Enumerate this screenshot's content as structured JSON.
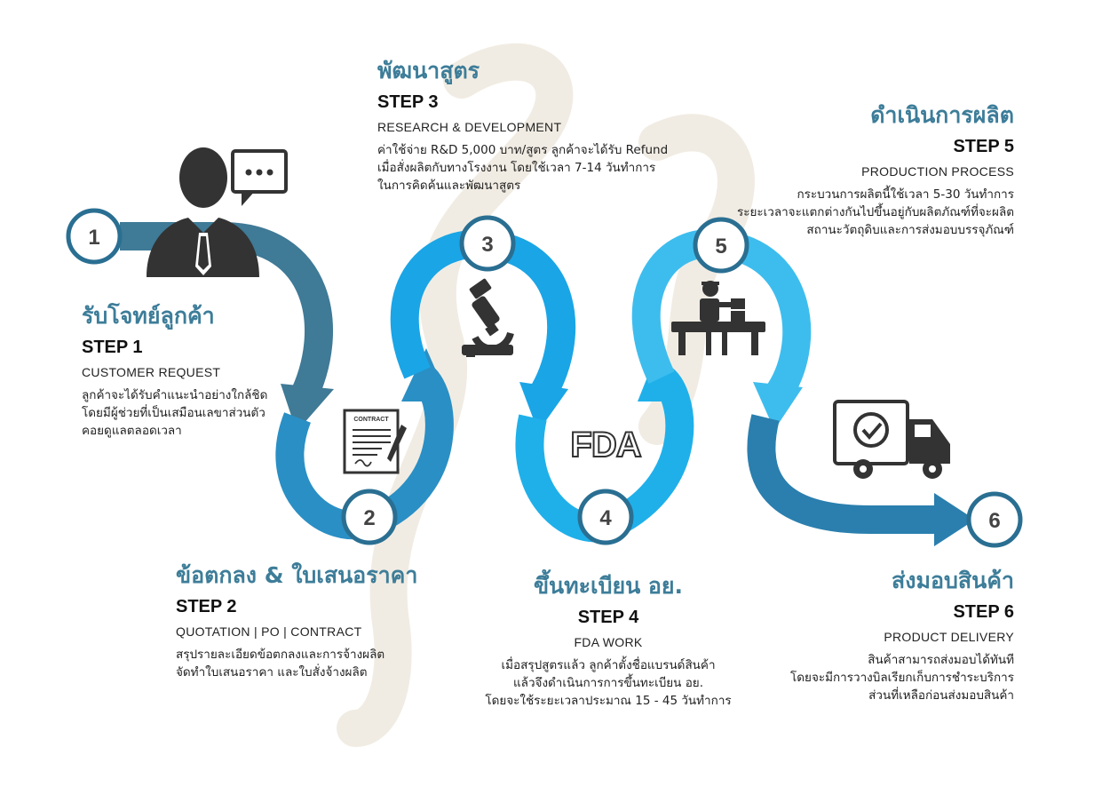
{
  "steps": [
    {
      "number": "1",
      "title_th": "รับโจทย์ลูกค้า",
      "step_label": "STEP 1",
      "subtitle": "CUSTOMER REQUEST",
      "description": [
        "ลูกค้าจะได้รับคำแนะนำอย่างใกล้ชิด",
        "โดยมีผู้ช่วยที่เป็นเสมือนเลขาส่วนตัว",
        "คอยดูแลตลอดเวลา"
      ],
      "icon": "businessman-chat-icon"
    },
    {
      "number": "2",
      "title_th": "ข้อตกลง & ใบเสนอราคา",
      "step_label": "STEP 2",
      "subtitle": "QUOTATION | PO | CONTRACT",
      "description": [
        "สรุปรายละเอียดข้อตกลงและการจ้างผลิต",
        "จัดทำใบเสนอราคา และใบสั่งจ้างผลิต"
      ],
      "icon": "contract-icon",
      "icon_label": "CONTRACT"
    },
    {
      "number": "3",
      "title_th": "พัฒนาสูตร",
      "step_label": "STEP 3",
      "subtitle": "RESEARCH & DEVELOPMENT",
      "description": [
        "ค่าใช้จ่าย R&D 5,000 บาท/สูตร ลูกค้าจะได้รับ Refund",
        "เมื่อสั่งผลิตกับทางโรงงาน โดยใช้เวลา 7-14 วันทำการ",
        "ในการคิดค้นและพัฒนาสูตร"
      ],
      "icon": "microscope-icon"
    },
    {
      "number": "4",
      "title_th": "ขึ้นทะเบียน อย.",
      "step_label": "STEP 4",
      "subtitle": "FDA WORK",
      "description": [
        "เมื่อสรุปสูตรแล้ว ลูกค้าตั้งชื่อแบรนด์สินค้า",
        "แล้วจึงดำเนินการการขึ้นทะเบียน อย.",
        "โดยจะใช้ระยะเวลาประมาณ 15 - 45 วันทำการ"
      ],
      "icon": "fda-logo-icon",
      "icon_label": "FDA"
    },
    {
      "number": "5",
      "title_th": "ดำเนินการผลิต",
      "step_label": "STEP 5",
      "subtitle": "PRODUCTION PROCESS",
      "description": [
        "กระบวนการผลิตนี้ใช้เวลา 5-30 วันทำการ",
        "ระยะเวลาจะแตกต่างกันไปขึ้นอยู่กับผลิตภัณฑ์ที่จะผลิต",
        "สถานะวัตถุดิบและการส่งมอบบรรจุภัณฑ์"
      ],
      "icon": "worker-conveyor-icon"
    },
    {
      "number": "6",
      "title_th": "ส่งมอบสินค้า",
      "step_label": "STEP 6",
      "subtitle": "PRODUCT DELIVERY",
      "description": [
        "สินค้าสามารถส่งมอบได้ทันที",
        "โดยจะมีการวางบิลเรียกเก็บการชำระบริการ",
        "ส่วนที่เหลือก่อนส่งมอบสินค้า"
      ],
      "icon": "delivery-truck-check-icon"
    }
  ],
  "colors": {
    "title": "#3d7d99",
    "path_dark": "#3f7a96",
    "path_mid": "#2aa0d6",
    "path_bright": "#1aa5e6",
    "path_light": "#3dbdee",
    "path_delivery": "#2a7fae",
    "circle_stroke": "#2a6f92",
    "icon": "#333333",
    "watermark": "#f1ece3"
  }
}
